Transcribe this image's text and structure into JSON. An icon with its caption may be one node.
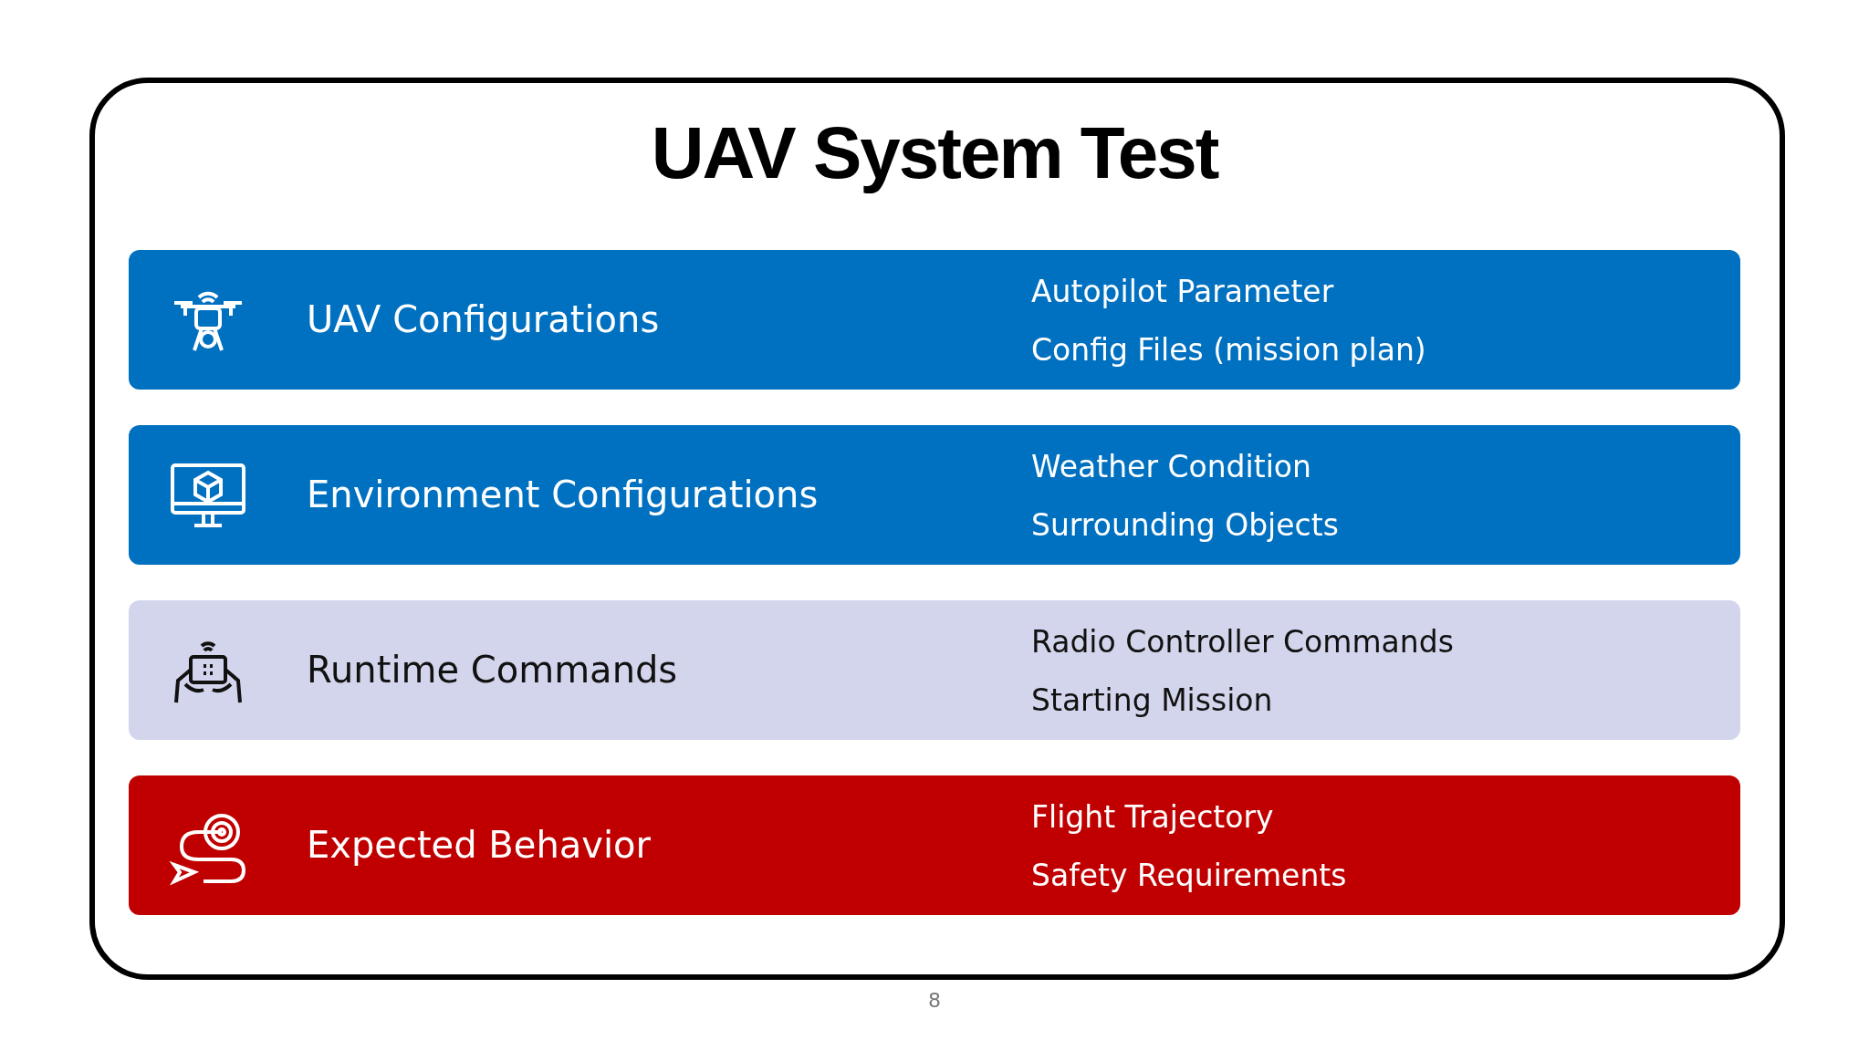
{
  "diagram": {
    "title": "UAV System Test",
    "nodes": [
      {
        "text": [
          "UAV Configurations",
          "Autopilot Parameter",
          "Config Files (mission plan)"
        ]
      },
      {
        "text": [
          "Environment Configurations",
          "Weather Condition",
          "Surrounding Objects"
        ]
      },
      {
        "text": [
          "Runtime Commands",
          "Radio Controller Commands",
          "Starting Mission"
        ]
      },
      {
        "text": [
          "Expected Behavior",
          "Flight Trajectory",
          "Safety Requirements"
        ]
      }
    ],
    "labels": [
      "8"
    ]
  }
}
